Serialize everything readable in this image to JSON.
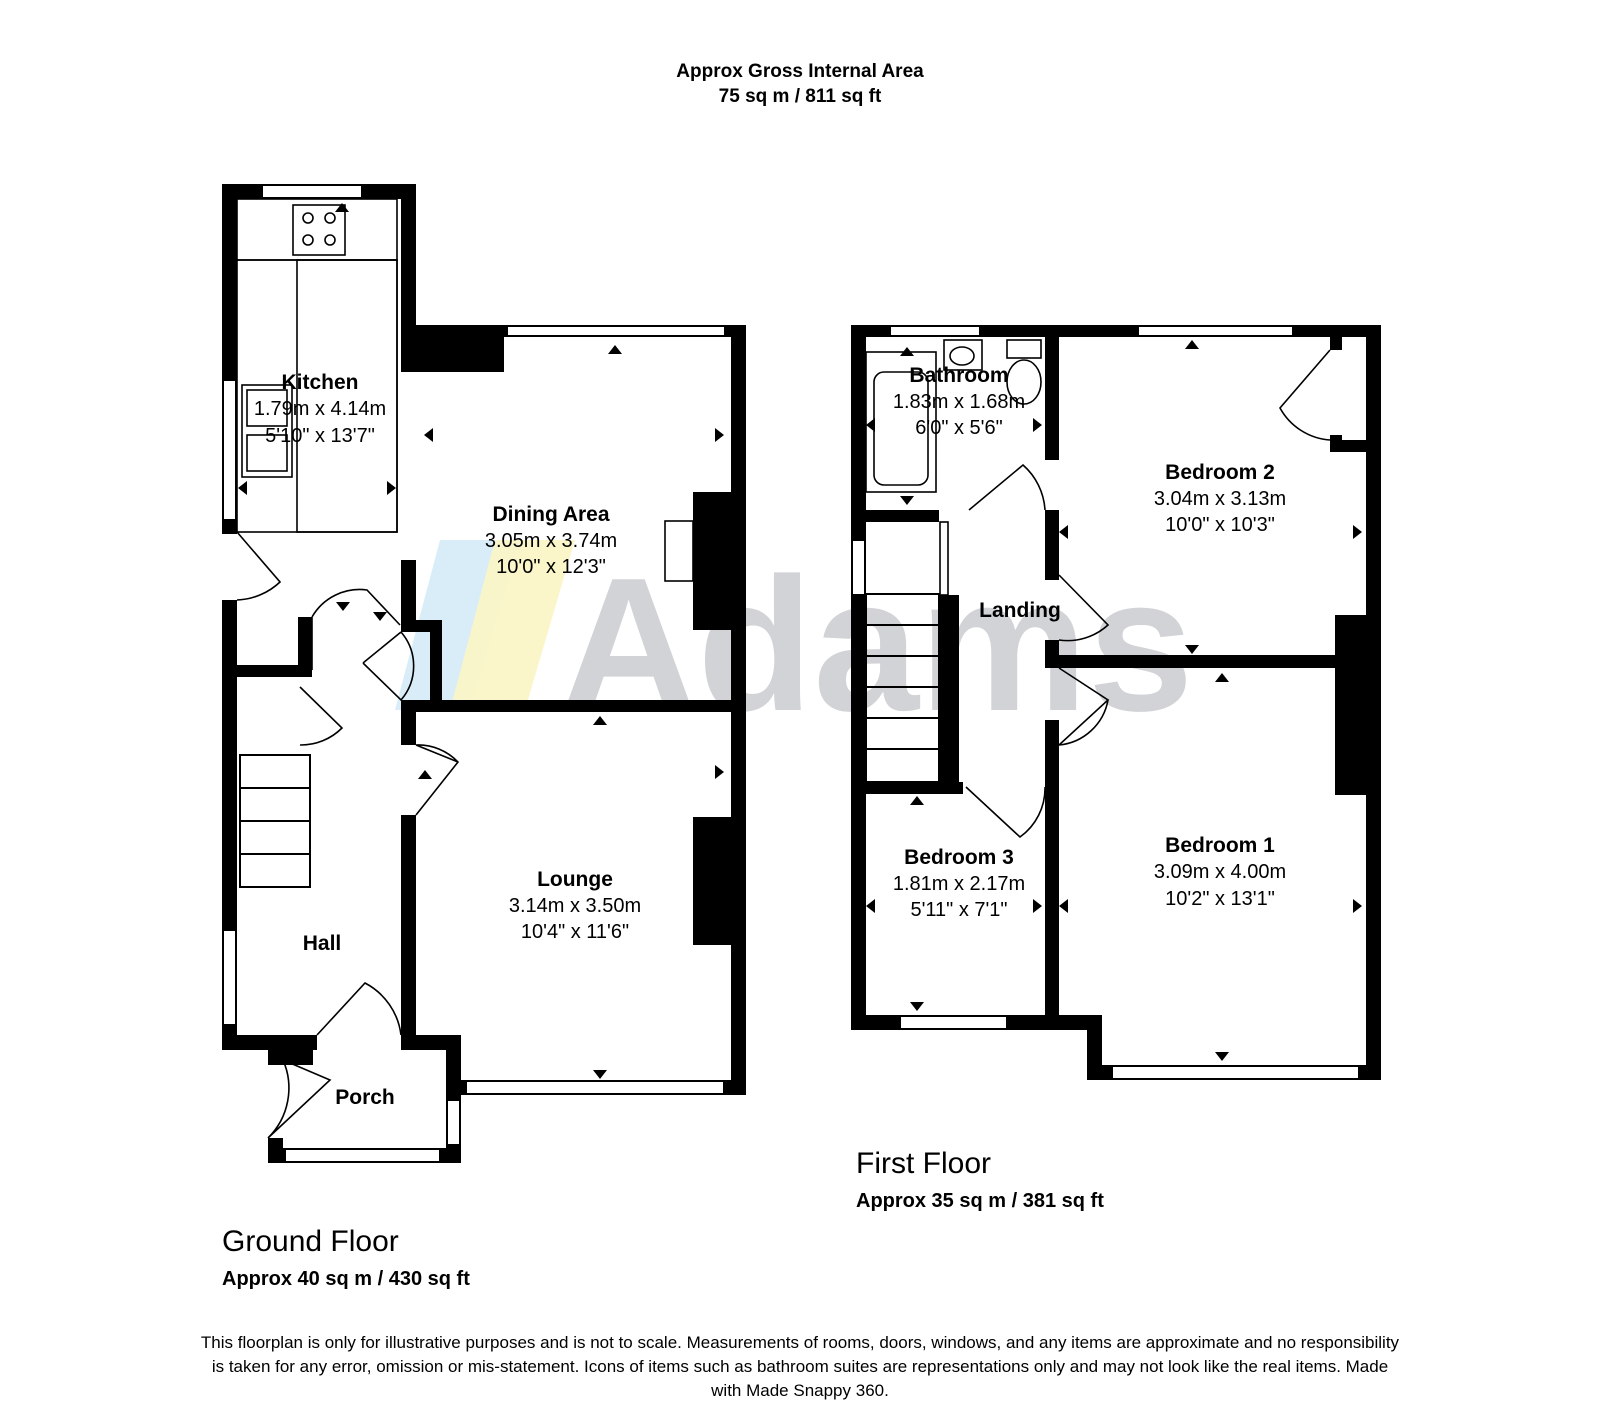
{
  "header": {
    "line1": "Approx Gross Internal Area",
    "line2": "75 sq m / 811 sq ft"
  },
  "ground_floor": {
    "title": "Ground Floor",
    "area": "Approx 40 sq m / 430 sq ft",
    "rooms": [
      {
        "name": "Kitchen",
        "dim_m": "1.79m x 4.14m",
        "dim_ft": "5'10\" x 13'7\""
      },
      {
        "name": "Dining Area",
        "dim_m": "3.05m x 3.74m",
        "dim_ft": "10'0\" x 12'3\""
      },
      {
        "name": "Lounge",
        "dim_m": "3.14m x 3.50m",
        "dim_ft": "10'4\" x 11'6\""
      },
      {
        "name": "Hall"
      },
      {
        "name": "Porch"
      }
    ]
  },
  "first_floor": {
    "title": "First Floor",
    "area": "Approx 35 sq m / 381 sq ft",
    "rooms": [
      {
        "name": "Bathroom",
        "dim_m": "1.83m x 1.68m",
        "dim_ft": "6'0\" x 5'6\""
      },
      {
        "name": "Bedroom 2",
        "dim_m": "3.04m x 3.13m",
        "dim_ft": "10'0\" x 10'3\""
      },
      {
        "name": "Landing"
      },
      {
        "name": "Bedroom 3",
        "dim_m": "1.81m x 2.17m",
        "dim_ft": "5'11\" x 7'1\""
      },
      {
        "name": "Bedroom 1",
        "dim_m": "3.09m x 4.00m",
        "dim_ft": "10'2\" x 13'1\""
      }
    ]
  },
  "watermark": "Adams",
  "disclaimer": "This floorplan is only for illustrative purposes and is not to scale. Measurements of rooms, doors, windows, and any items are approximate and no responsibility is taken for any error, omission or mis-statement. Icons of items such as bathroom suites are representations only and may not look like the real items. Made with Made Snappy 360.",
  "colors": {
    "wall": "#000000",
    "watermark": "#9aa0a6",
    "watermark_blue": "#cfe8f7",
    "watermark_yellow": "#fbf5c4"
  }
}
